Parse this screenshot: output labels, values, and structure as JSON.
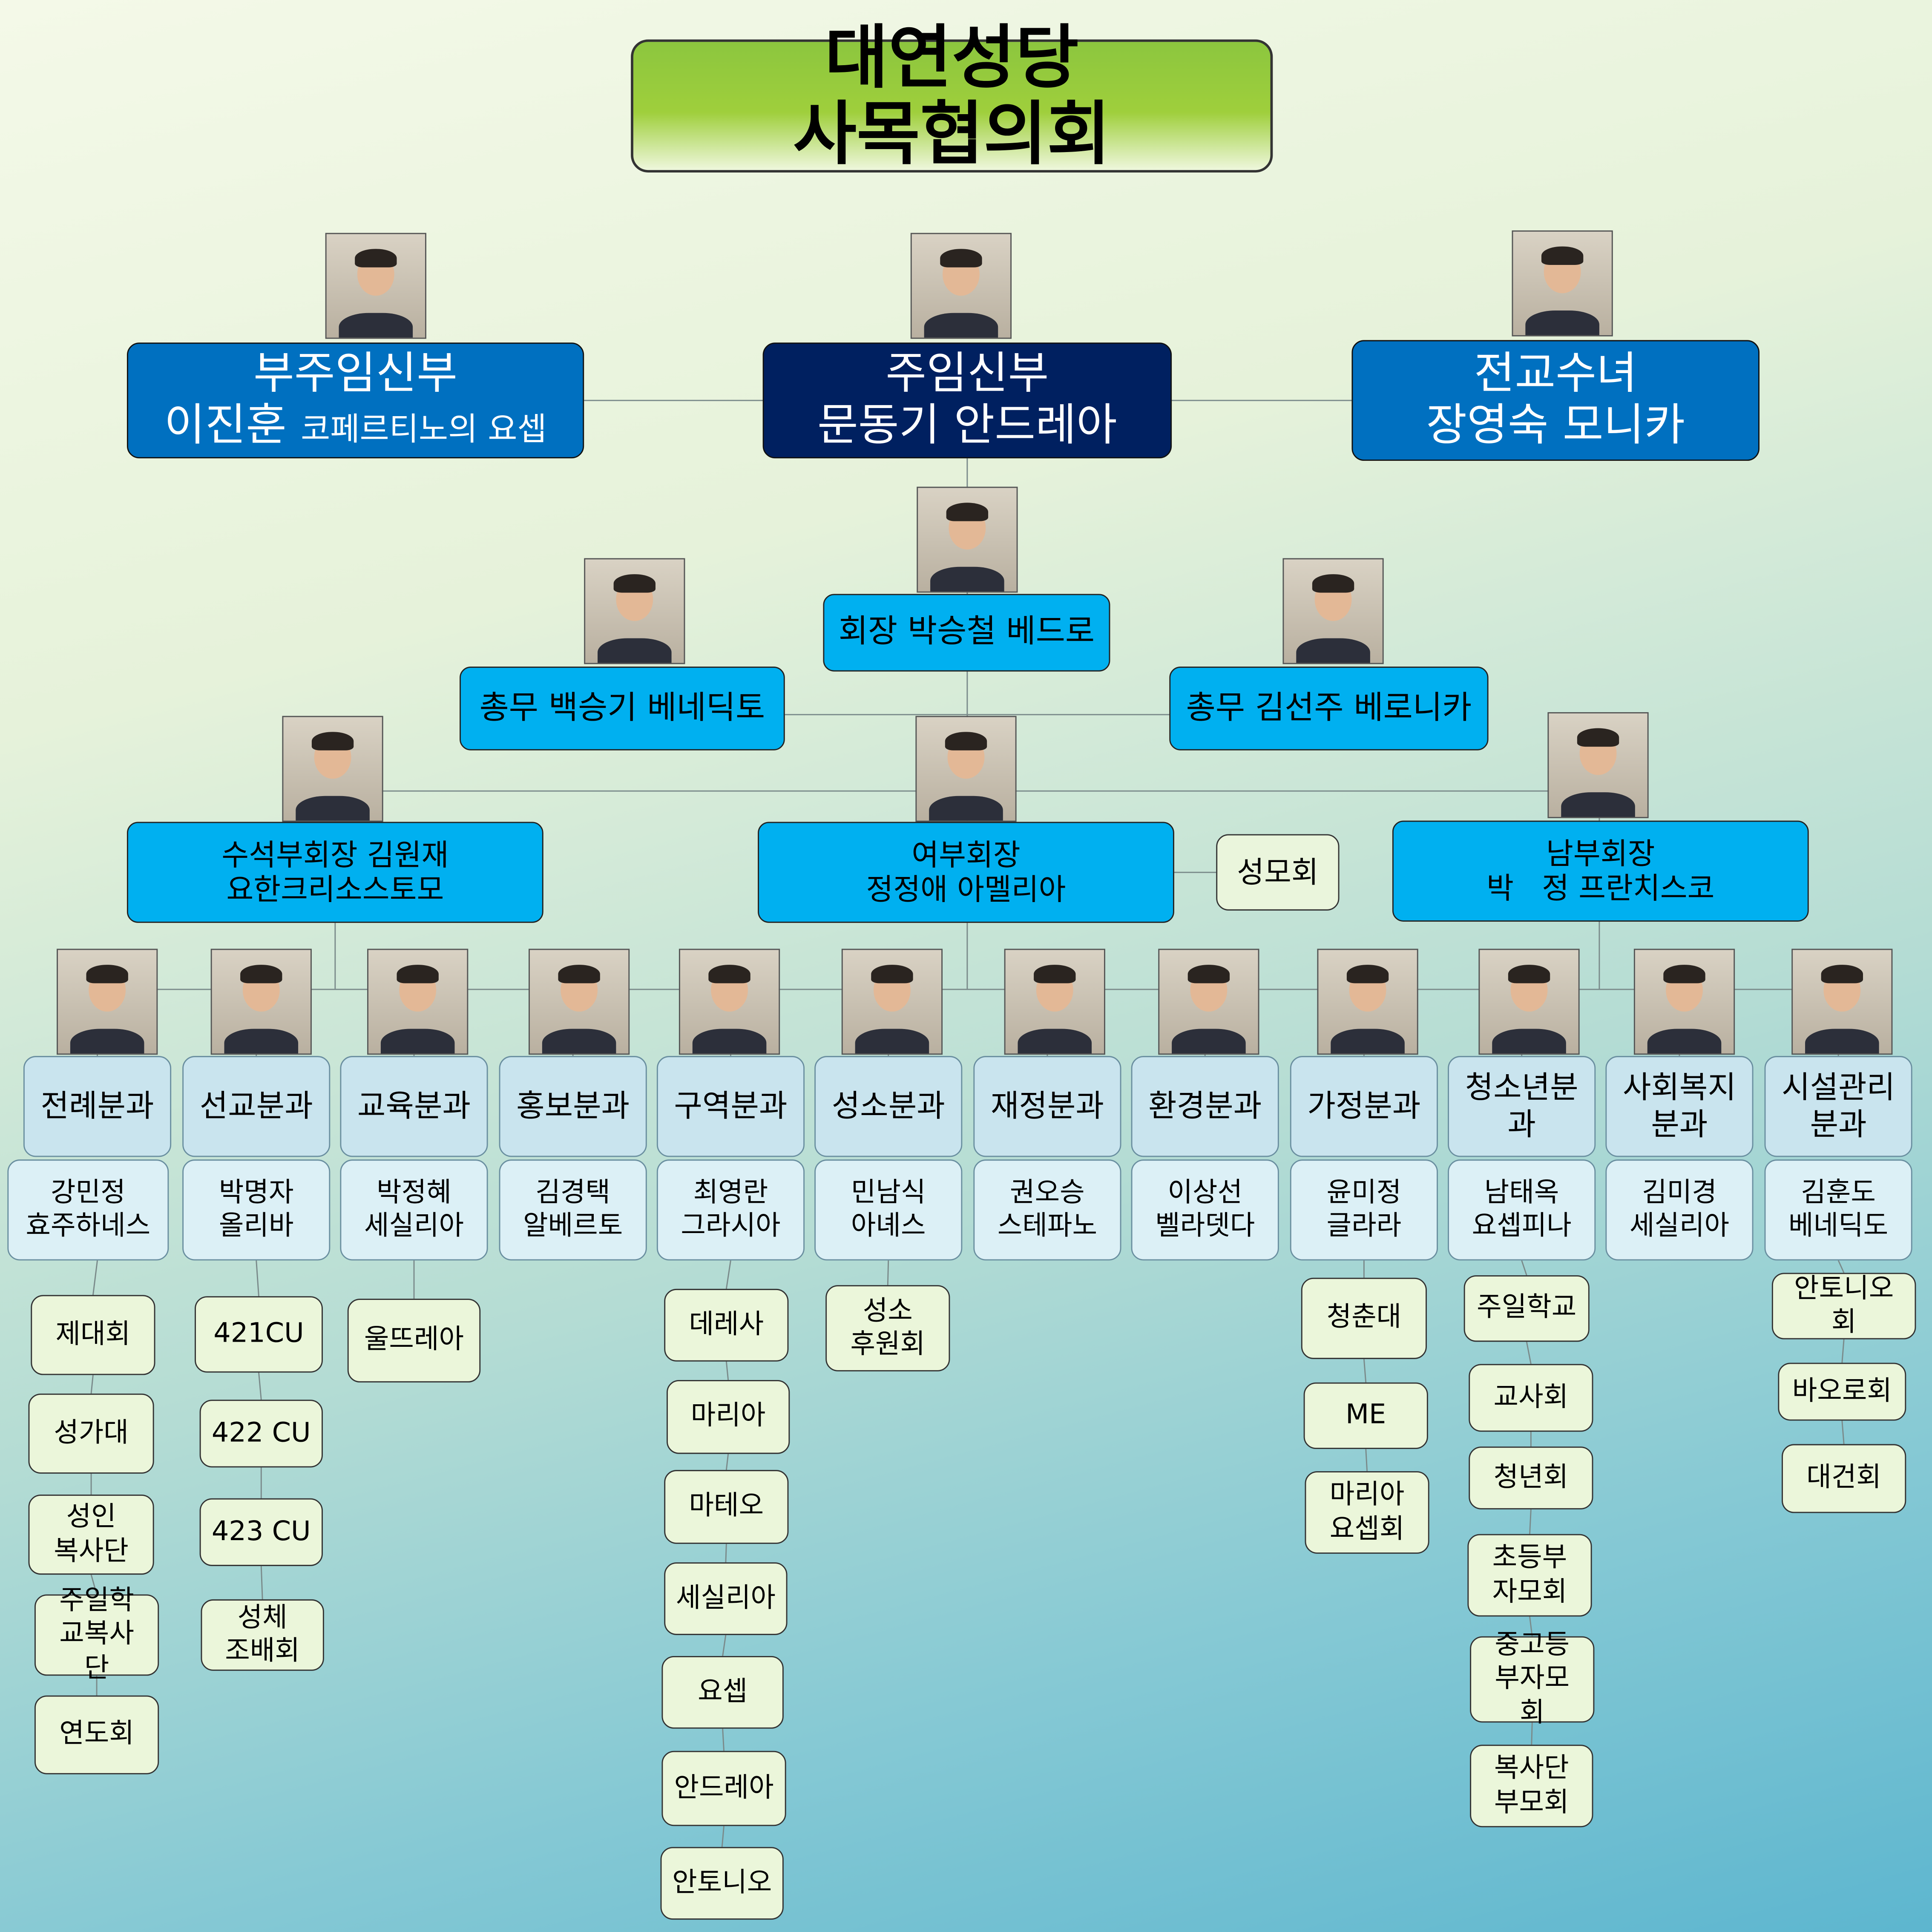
{
  "title": {
    "line1": "대연성당",
    "line2": "사목협의회"
  },
  "clergy": {
    "assistant_priest": {
      "role": "부주임신부",
      "name": "이진훈",
      "baptismal": "코페르티노의 요셉"
    },
    "pastor": {
      "role": "주임신부",
      "name": "문동기 안드레아"
    },
    "sister": {
      "role": "전교수녀",
      "name": "장영숙 모니카"
    }
  },
  "council": {
    "president": "회장 박승철 베드로",
    "secretary_1": "총무 백승기 베네딕토",
    "secretary_2": "총무 김선주 베로니카",
    "senior_vp": {
      "line1": "수석부회장 김원재",
      "line2": "요한크리소스토모"
    },
    "female_vp": {
      "line1": "여부회장",
      "line2": "정정애 아멜리아"
    },
    "mothers_group": "성모회",
    "male_vp": {
      "line1": "남부회장",
      "line2": "박   정 프란치스코"
    }
  },
  "departments": [
    {
      "name": [
        "전례분과"
      ],
      "head": [
        "강민정",
        "효주하네스"
      ],
      "groups": [
        [
          "제대회"
        ],
        [
          "성가대"
        ],
        [
          "성인",
          "복사단"
        ],
        [
          "주일학",
          "교복사",
          "단"
        ],
        [
          "연도회"
        ]
      ]
    },
    {
      "name": [
        "선교분과"
      ],
      "head": [
        "박명자",
        "올리바"
      ],
      "groups": [
        [
          "421CU"
        ],
        [
          "422 CU"
        ],
        [
          "423 CU"
        ],
        [
          "성체",
          "조배회"
        ]
      ]
    },
    {
      "name": [
        "교육분과"
      ],
      "head": [
        "박정혜",
        "세실리아"
      ],
      "groups": [
        [
          "울뜨레아"
        ]
      ]
    },
    {
      "name": [
        "홍보분과"
      ],
      "head": [
        "김경택",
        "알베르토"
      ],
      "groups": []
    },
    {
      "name": [
        "구역분과"
      ],
      "head": [
        "최영란",
        "그라시아"
      ],
      "groups": [
        [
          "데레사"
        ],
        [
          "마리아"
        ],
        [
          "마테오"
        ],
        [
          "세실리아"
        ],
        [
          "요셉"
        ],
        [
          "안드레아"
        ],
        [
          "안토니오"
        ]
      ]
    },
    {
      "name": [
        "성소분과"
      ],
      "head": [
        "민남식",
        "아녜스"
      ],
      "groups": [
        [
          "성소",
          "후원회"
        ]
      ]
    },
    {
      "name": [
        "재정분과"
      ],
      "head": [
        "권오승",
        "스테파노"
      ],
      "groups": []
    },
    {
      "name": [
        "환경분과"
      ],
      "head": [
        "이상선",
        "벨라뎃다"
      ],
      "groups": []
    },
    {
      "name": [
        "가정분과"
      ],
      "head": [
        "윤미정",
        "글라라"
      ],
      "groups": [
        [
          "청춘대"
        ],
        [
          "ME"
        ],
        [
          "마리아",
          "요셉회"
        ]
      ]
    },
    {
      "name": [
        "청소년분",
        "과"
      ],
      "head": [
        "남태옥",
        "요셉피나"
      ],
      "groups": [
        [
          "주일학교"
        ],
        [
          "교사회"
        ],
        [
          "청년회"
        ],
        [
          "초등부",
          "자모회"
        ],
        [
          "중고등",
          "부자모",
          "회"
        ],
        [
          "복사단",
          "부모회"
        ]
      ]
    },
    {
      "name": [
        "사회복지",
        "분과"
      ],
      "head": [
        "김미경",
        "세실리아"
      ],
      "groups": []
    },
    {
      "name": [
        "시설관리",
        "분과"
      ],
      "head": [
        "김훈도",
        "베네딕도"
      ],
      "groups": [
        [
          "안토니오",
          "회"
        ],
        [
          "바오로회"
        ],
        [
          "대건회"
        ]
      ]
    }
  ],
  "colors": {
    "pastor_box": "#002060",
    "clergy_box": "#0070c0",
    "council_box": "#00b0f0",
    "department_box": "#c9e4ee",
    "group_box": "#ebf6da",
    "title_box": "#8cc63e"
  }
}
